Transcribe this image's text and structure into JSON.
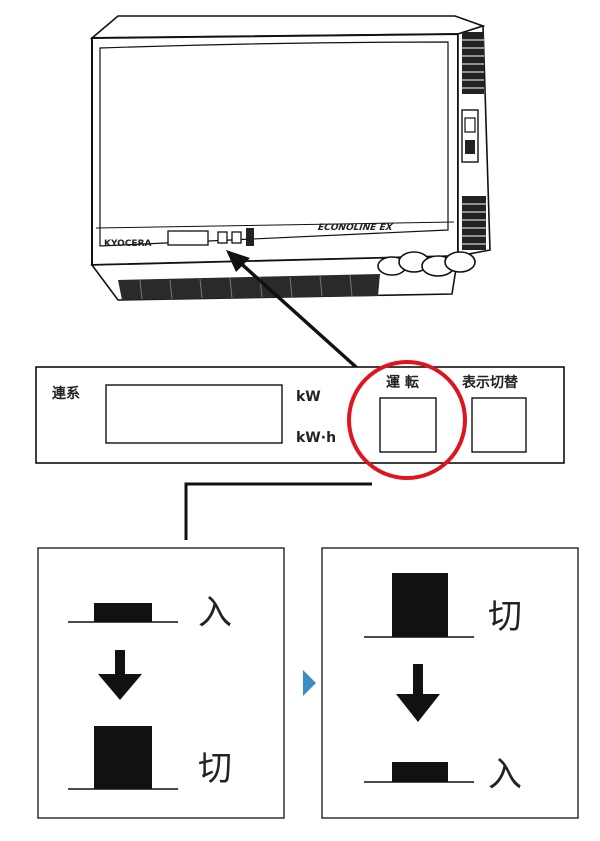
{
  "device": {
    "brand": "KYOCERA",
    "model": "ECONOLINE EX"
  },
  "panel": {
    "label_grid": "連系",
    "unit_kw": "kW",
    "unit_kwh": "kW·h",
    "label_run": "運 転",
    "label_display_switch": "表示切替"
  },
  "steps": {
    "left": {
      "top_label": "入",
      "bottom_label": "切"
    },
    "right": {
      "top_label": "切",
      "bottom_label": "入"
    }
  },
  "colors": {
    "highlight_circle": "#e0141e",
    "next_arrow": "#3a8fc0",
    "ink": "#111111"
  }
}
